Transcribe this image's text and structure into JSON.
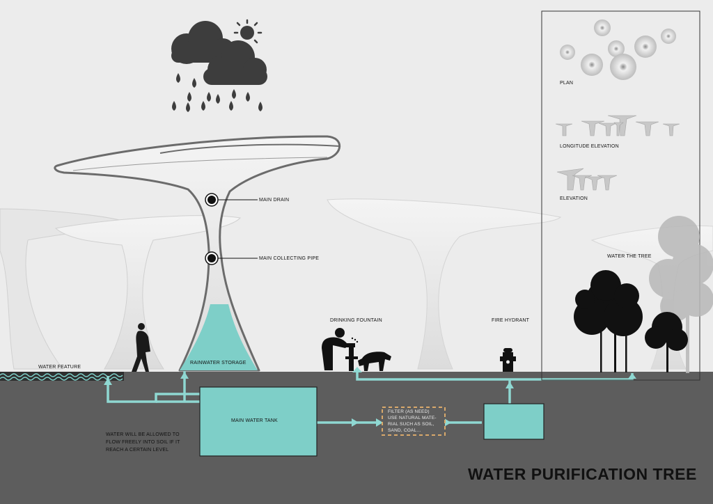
{
  "title": "WATER PURIFICATION TREE",
  "labels": {
    "main_drain": "MAIN DRAIN",
    "main_collecting_pipe": "MAIN COLLECTING PIPE",
    "rainwater_storage": "RAINWATER STORAGE",
    "water_feature": "WATER FEATURE",
    "drinking_fountain": "DRINKING FOUNTAIN",
    "fire_hydrant": "FIRE HYDRANT",
    "water_the_tree": "WATER THE TREE",
    "main_water_tank": "MAIN WATER TANK",
    "overflow_note": [
      "WATER WILL BE ALLOWED TO",
      "FLOW FREELY INTO SOIL IF IT",
      "REACH A CERTAIN LEVEL"
    ],
    "filter_note": [
      "FILTER (AS NEED)",
      "USE NATURAL MATE-",
      "RIAL SUCH AS SOIL,",
      "SAND, COAL..."
    ]
  },
  "panel": {
    "plan": "PLAN",
    "longitude_elevation": "LONGITUDE ELEVATION",
    "elevation": "ELEVATION"
  },
  "colors": {
    "background": "#ececec",
    "ground": "#5d5d5d",
    "water": "#7ecfc8",
    "pipe": "#8fd8d2",
    "canopy_outline": "#6b6b6b",
    "filter_border": "#d9a96b"
  },
  "icons": [
    "cloud-icon",
    "sun-icon",
    "raindrop-icon",
    "person-icon",
    "drinking-fountain-icon",
    "dog-icon",
    "fire-hydrant-icon",
    "tree-icon"
  ]
}
